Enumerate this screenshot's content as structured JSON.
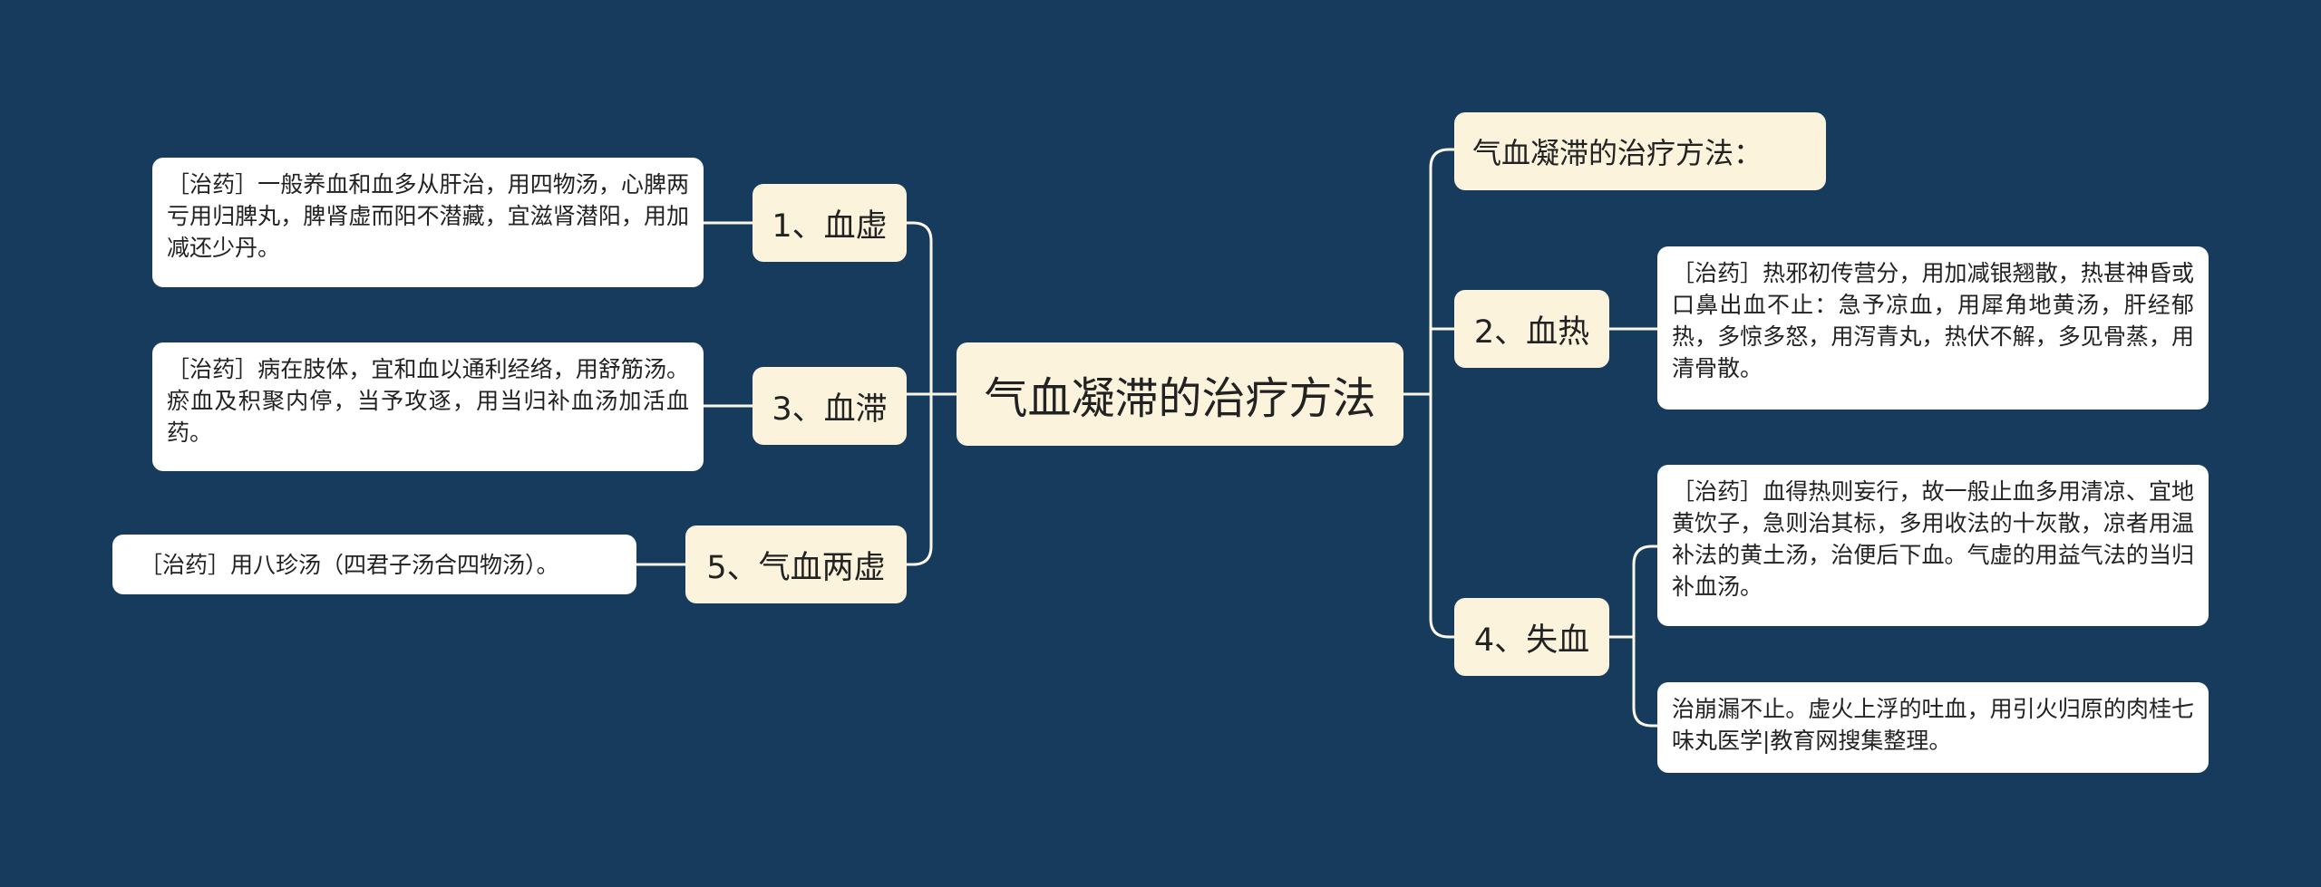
{
  "root": {
    "label": "气血凝滞的治疗方法"
  },
  "right": {
    "title_leaf": "气血凝滞的治疗方法：",
    "branch_2": {
      "label": "2、血热",
      "leaf": "［治药］热邪初传营分，用加减银翘散，热甚神昏或口鼻出血不止：急予凉血，用犀角地黄汤，肝经郁热，多惊多怒，用泻青丸，热伏不解，多见骨蒸，用清骨散。"
    },
    "branch_4": {
      "label": "4、失血",
      "leaf_1": "［治药］血得热则妄行，故一般止血多用清凉、宜地黄饮子，急则治其标，多用收法的十灰散，凉者用温补法的黄土汤，治便后下血。气虚的用益气法的当归补血汤。",
      "leaf_2": "治崩漏不止。虚火上浮的吐血，用引火归原的肉桂七味丸医学|教育网搜集整理。"
    }
  },
  "left": {
    "branch_1": {
      "label": "1、血虚",
      "leaf": "［治药］一般养血和血多从肝治，用四物汤，心脾两亏用归脾丸，脾肾虚而阳不潜藏，宜滋肾潜阳，用加减还少丹。"
    },
    "branch_3": {
      "label": "3、血滞",
      "leaf": "［治药］病在肢体，宜和血以通利经络，用舒筋汤。瘀血及积聚内停，当予攻逐，用当归补血汤加活血药。"
    },
    "branch_5": {
      "label": "5、气血两虚",
      "leaf": "［治药］用八珍汤（四君子汤合四物汤）。"
    }
  },
  "colors": {
    "background": "#173b5c",
    "node": "#fbf3dc",
    "leaf": "#ffffff",
    "line": "#fbf7e6"
  }
}
